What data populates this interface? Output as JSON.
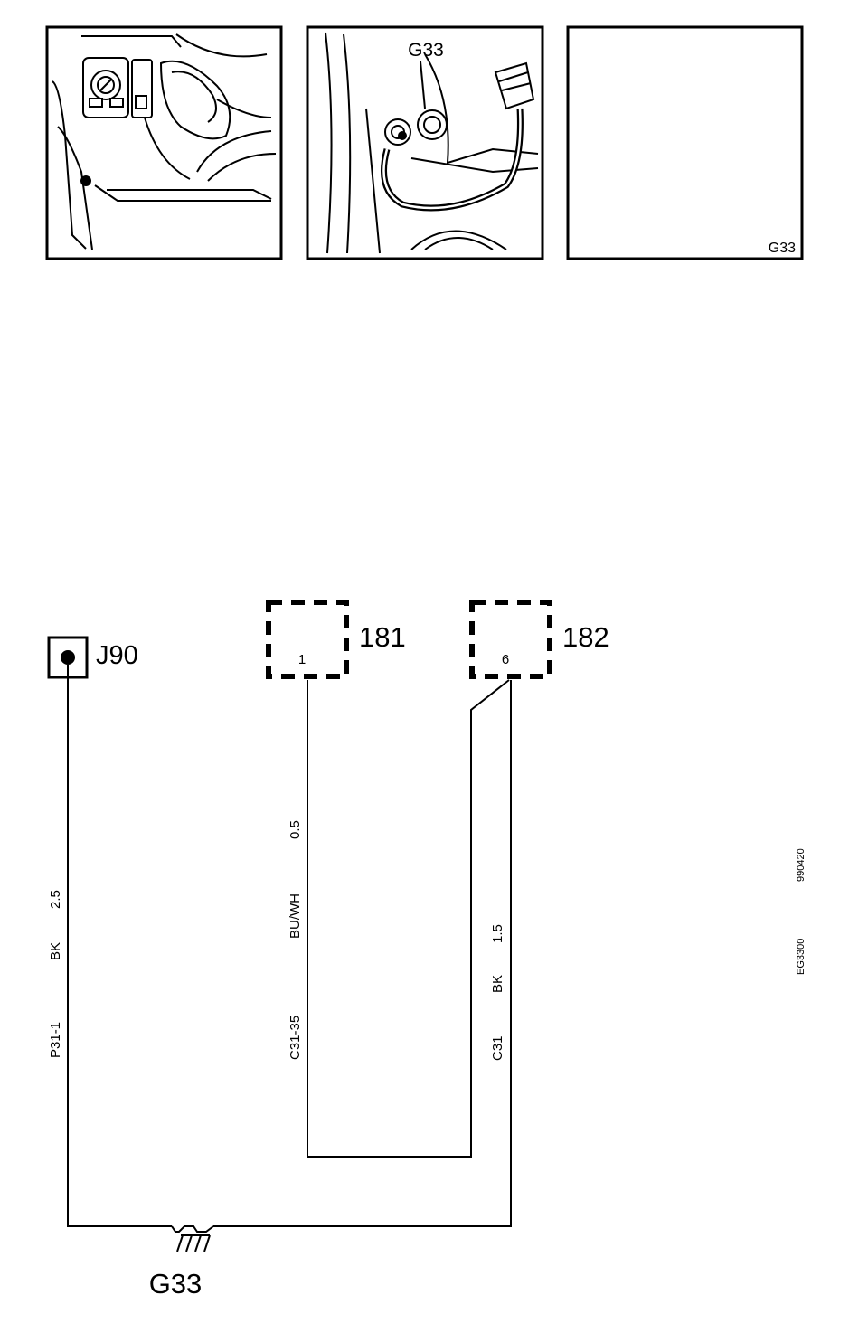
{
  "panels": {
    "middle_label": "G33",
    "right_label": "G33"
  },
  "components": {
    "splice": {
      "id": "J90"
    },
    "conn_a": {
      "id": "181",
      "pin": "1"
    },
    "conn_b": {
      "id": "182",
      "pin": "6"
    },
    "ground": {
      "id": "G33"
    }
  },
  "wires": {
    "w1": {
      "circuit": "P31-1",
      "color": "BK",
      "size": "2.5"
    },
    "w2": {
      "circuit": "C31-35",
      "color": "BU/WH",
      "size": "0.5"
    },
    "w3": {
      "circuit": "C31",
      "color": "BK",
      "size": "1.5"
    }
  },
  "codes": {
    "drawing": "EG3300",
    "date": "990420"
  }
}
